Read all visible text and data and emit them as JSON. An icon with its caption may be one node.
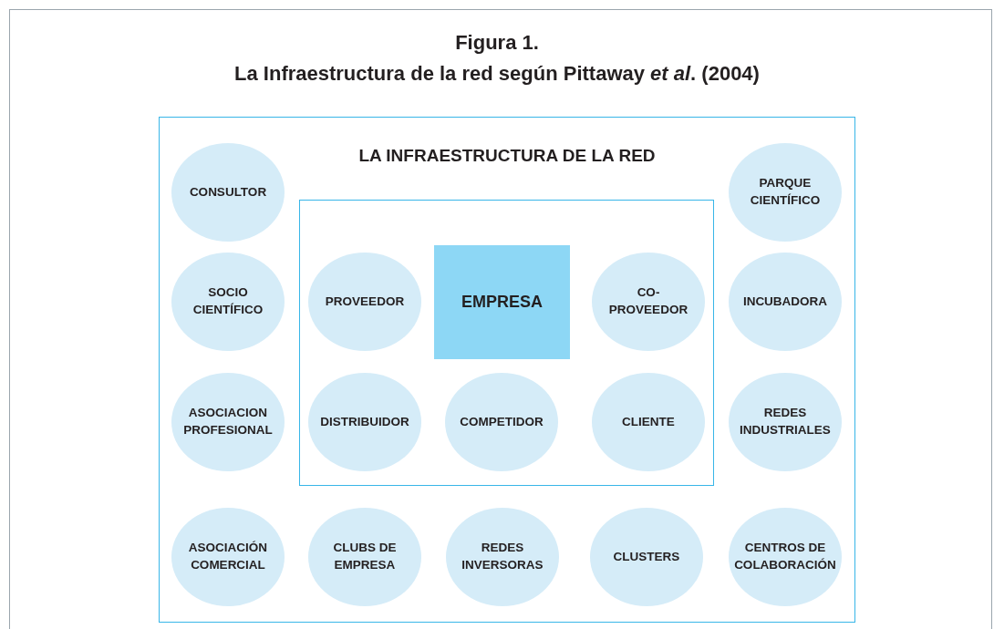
{
  "diagram": {
    "title": "Figura 1.",
    "caption": "La Infraestructura de la red según Pittaway *et al*. (2004)",
    "nodes": [
      {
        "text": [
          "LA INFRAESTRUCTURA DE LA RED"
        ]
      },
      {
        "text": [],
        "shape": "box",
        "in": 0
      },
      {
        "text": [
          "CONSULTOR"
        ],
        "in": 0
      },
      {
        "text": [
          "PARQUE CIENTÍFICO"
        ],
        "in": 0
      },
      {
        "text": [
          "SOCIO CIENTÍFICO"
        ],
        "in": 0
      },
      {
        "text": [
          "PROVEEDOR"
        ],
        "in": 1
      },
      {
        "text": [
          "EMPRESA"
        ],
        "in": 1
      },
      {
        "text": [
          "CO- PROVEEDOR"
        ],
        "in": 1
      },
      {
        "text": [
          "INCUBADORA"
        ],
        "in": 0
      },
      {
        "text": [
          "ASOCIACION PROFESIONAL"
        ],
        "in": 0
      },
      {
        "text": [
          "DISTRIBUIDOR"
        ],
        "in": 1
      },
      {
        "text": [
          "COMPETIDOR"
        ],
        "in": 1
      },
      {
        "text": [
          "CLIENTE"
        ],
        "in": 1
      },
      {
        "text": [
          "REDES INDUSTRIALES"
        ],
        "in": 0
      },
      {
        "text": [
          "ASOCIACIÓN COMERCIAL"
        ],
        "in": 0
      },
      {
        "text": [
          "CLUBS DE EMPRESA"
        ],
        "in": 0
      },
      {
        "text": [
          "REDES INVERSORAS"
        ],
        "in": 0
      },
      {
        "text": [
          "CLUSTERS"
        ],
        "in": 0
      },
      {
        "text": [
          "CENTROS DE COLABORACIÓN"
        ],
        "in": 0
      }
    ],
    "edges": []
  }
}
